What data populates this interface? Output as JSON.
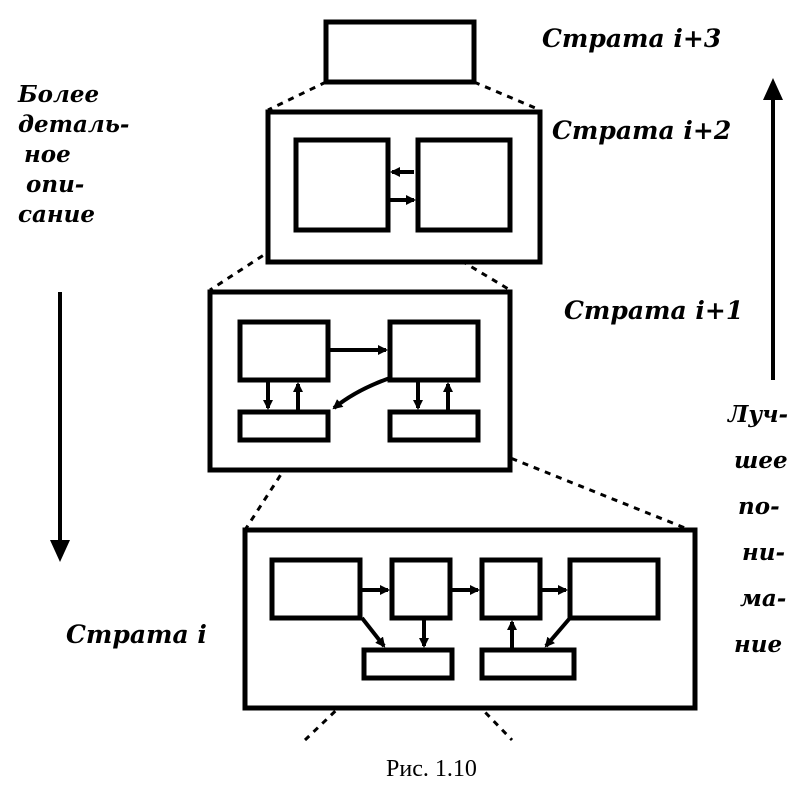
{
  "strata": {
    "s3": "Страта i+3",
    "s2": "Страта i+2",
    "s1": "Страта i+1",
    "s0": "Страта i"
  },
  "left_label": {
    "lines": [
      "Более",
      "деталь-",
      "ное",
      "опи-",
      "сание"
    ]
  },
  "right_label": {
    "lines": [
      "Луч-",
      "шее",
      "по-",
      "ни-",
      "ма-",
      "ние"
    ]
  },
  "caption": "Рис. 1.10"
}
